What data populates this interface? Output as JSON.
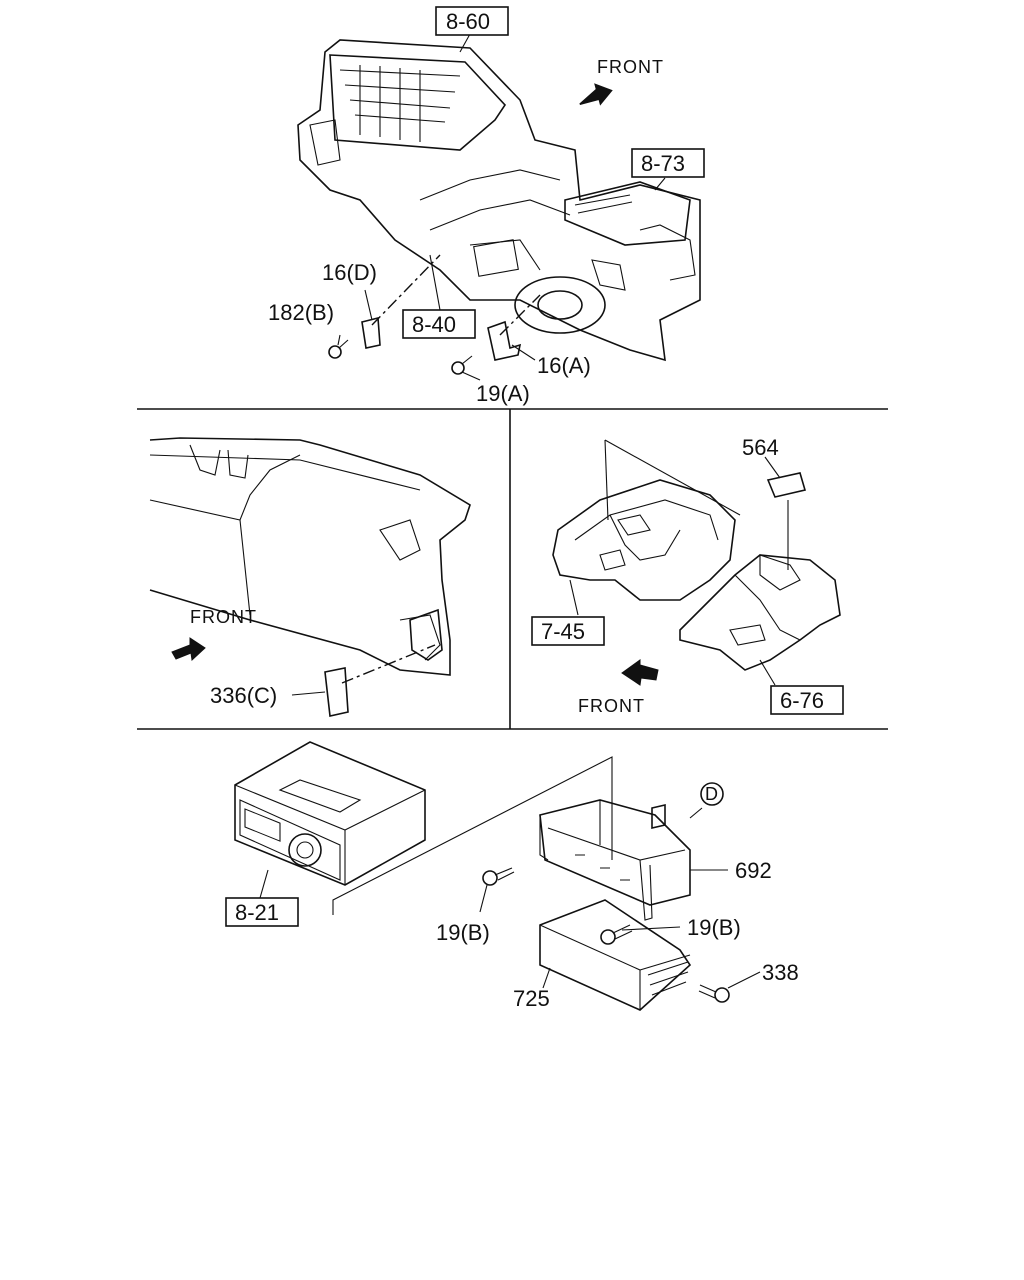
{
  "callouts": {
    "c_8_60": "8-60",
    "c_8_73": "8-73",
    "c_8_40": "8-40",
    "c_16d": "16(D)",
    "c_182b": "182(B)",
    "c_16a": "16(A)",
    "c_19a": "19(A)",
    "c_564": "564",
    "c_7_45": "7-45",
    "c_6_76": "6-76",
    "c_336c": "336(C)",
    "c_8_21": "8-21",
    "c_d": "D",
    "c_692": "692",
    "c_19b_left": "19(B)",
    "c_19b_right": "19(B)",
    "c_725": "725",
    "c_338": "338"
  },
  "front": {
    "top": "FRONT",
    "mid_left": "FRONT",
    "mid_right": "FRONT"
  },
  "colors": {
    "ink": "#111111",
    "paper": "#ffffff"
  }
}
